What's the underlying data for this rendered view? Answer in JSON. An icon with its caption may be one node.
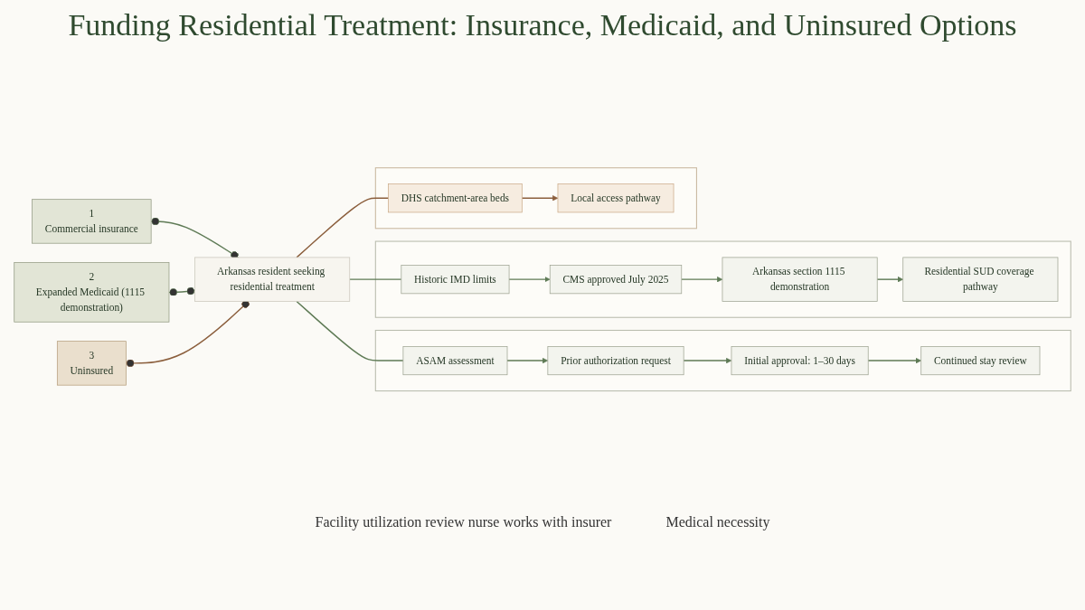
{
  "diagram": {
    "title": "Funding Residential Treatment: Insurance, Medicaid, and Uninsured Options",
    "nodes": [
      {
        "text": [
          "1",
          "Commercial insurance"
        ]
      },
      {
        "text": [
          "2",
          "Expanded Medicaid (1115 demonstration)"
        ]
      },
      {
        "text": [
          "3",
          "Uninsured"
        ]
      },
      {
        "text": [
          "Arkansas resident seeking residential treatment"
        ]
      },
      {
        "text": [],
        "shape": "box"
      },
      {
        "text": [
          "ASAM assessment"
        ],
        "in": 4
      },
      {
        "text": [
          "Prior authorization request"
        ],
        "in": 4
      },
      {
        "text": [
          "Initial approval: 1–30 days"
        ],
        "in": 4
      },
      {
        "text": [
          "Continued stay review"
        ],
        "in": 4
      },
      {
        "text": [],
        "shape": "box"
      },
      {
        "text": [
          "Historic IMD limits"
        ],
        "in": 9
      },
      {
        "text": [
          "CMS approved July 2025"
        ],
        "in": 9
      },
      {
        "text": [
          "Arkansas section 1115 demonstration"
        ],
        "in": 9
      },
      {
        "text": [
          "Residential SUD coverage pathway"
        ],
        "in": 9
      },
      {
        "text": [],
        "shape": "box"
      },
      {
        "text": [
          "DHS catchment-area beds"
        ],
        "in": 14
      },
      {
        "text": [
          "Local access pathway"
        ],
        "in": 14
      }
    ],
    "edges": [
      {
        "from": 0,
        "to": 3,
        "arrow": "other"
      },
      {
        "from": 1,
        "to": 3,
        "arrow": "other"
      },
      {
        "from": 2,
        "to": 3,
        "arrow": "other",
        "color": "#8b5e3c"
      },
      {
        "from": 3,
        "to": 5,
        "arrow": "none"
      },
      {
        "from": 5,
        "to": 6,
        "arrow": "to"
      },
      {
        "from": 6,
        "to": 7,
        "arrow": "to"
      },
      {
        "from": 7,
        "to": 8,
        "arrow": "to"
      },
      {
        "from": 3,
        "to": 10,
        "arrow": "none"
      },
      {
        "from": 10,
        "to": 11,
        "arrow": "to"
      },
      {
        "from": 11,
        "to": 12,
        "arrow": "to"
      },
      {
        "from": 12,
        "to": 13,
        "arrow": "to"
      },
      {
        "from": 3,
        "to": 15,
        "arrow": "none",
        "color": "#8b5e3c"
      },
      {
        "from": 15,
        "to": 16,
        "arrow": "to",
        "color": "#8b5e3c"
      }
    ],
    "labels": [
      "Facility utilization review nurse works with insurer",
      "Medical necessity"
    ]
  }
}
